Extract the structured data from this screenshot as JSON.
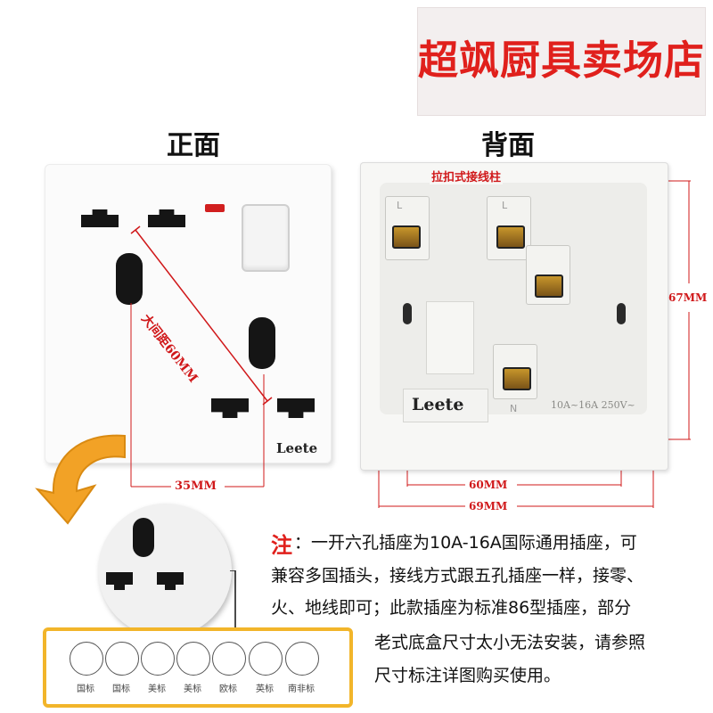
{
  "banner": {
    "text": "超飒厨具卖场店"
  },
  "headings": {
    "front": "正面",
    "back": "背面"
  },
  "front": {
    "brand": "Leete",
    "diagonal_label": "大间距60MM",
    "width_label": "35MM"
  },
  "back": {
    "terminal_label": "拉扣式接线柱",
    "brand": "Leete",
    "height_label": "67MM",
    "inner_width_label": "60MM",
    "outer_width_label": "69MM",
    "terminal_marks": [
      "L",
      "L",
      "N"
    ],
    "rating_text": "10A~16A  250V~"
  },
  "note": {
    "prefix": "注",
    "lines": [
      "：一开六孔插座为10A-16A国际通用插座，可",
      "兼容多国插头，接线方式跟五孔插座一样，接零、",
      "火、地线即可；此款插座为标准86型插座，部分",
      "老式底盒尺寸太小无法安装，请参照",
      "尺寸标注详图购买使用。"
    ]
  },
  "standards": {
    "labels": [
      "国标",
      "国标",
      "美标",
      "美标",
      "欧标",
      "英标",
      "南非标"
    ]
  },
  "colors": {
    "accent": "#d0181a",
    "arrow": "#f2a226",
    "frame": "#f2b52a"
  },
  "icons": [
    "curved-arrow-icon",
    "socket-hole-icon"
  ]
}
